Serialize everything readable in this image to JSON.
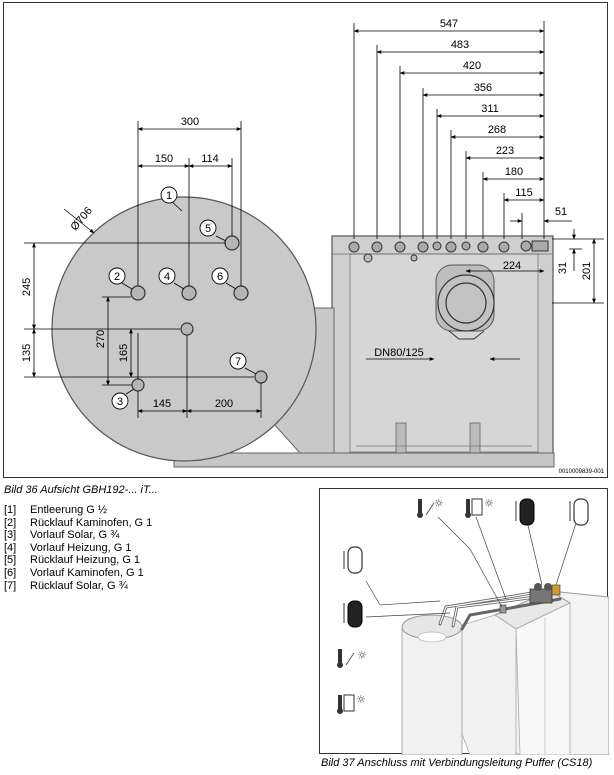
{
  "figure36": {
    "caption": "Bild 36  Aufsicht GBH192-... iT...",
    "image_code": "0010009839-001",
    "dims_top": [
      "547",
      "483",
      "420",
      "356",
      "311",
      "268",
      "223",
      "180",
      "115"
    ],
    "dim_51": "51",
    "dim_224": "224",
    "dim_31": "31",
    "dim_201": "201",
    "dim_300": "300",
    "dim_150": "150",
    "dim_114": "114",
    "diameter": "Ø706",
    "dim_245": "245",
    "dim_270": "270",
    "dim_165": "165",
    "dim_135": "135",
    "dim_145": "145",
    "dim_200": "200",
    "dn_label": "DN80/125",
    "markers": [
      "1",
      "2",
      "3",
      "4",
      "5",
      "6",
      "7"
    ]
  },
  "legend": [
    {
      "num": "[1]",
      "text": "Entleerung G ½"
    },
    {
      "num": "[2]",
      "text": "Rücklauf Kaminofen, G 1"
    },
    {
      "num": "[3]",
      "text": "Vorlauf Solar, G ¾"
    },
    {
      "num": "[4]",
      "text": "Vorlauf Heizung, G 1"
    },
    {
      "num": "[5]",
      "text": "Rücklauf Heizung, G 1"
    },
    {
      "num": "[6]",
      "text": "Vorlauf Kaminofen, G 1"
    },
    {
      "num": "[7]",
      "text": "Rücklauf Solar, G ¾"
    }
  ],
  "figure37": {
    "caption": "Bild 37  Anschluss mit Verbindungsleitung Puffer (CS18)",
    "icons": [
      "thermometer-sun-icon",
      "thermometer-bracket-sun-icon",
      "black-cylinder-icon",
      "white-cylinder-icon"
    ]
  }
}
